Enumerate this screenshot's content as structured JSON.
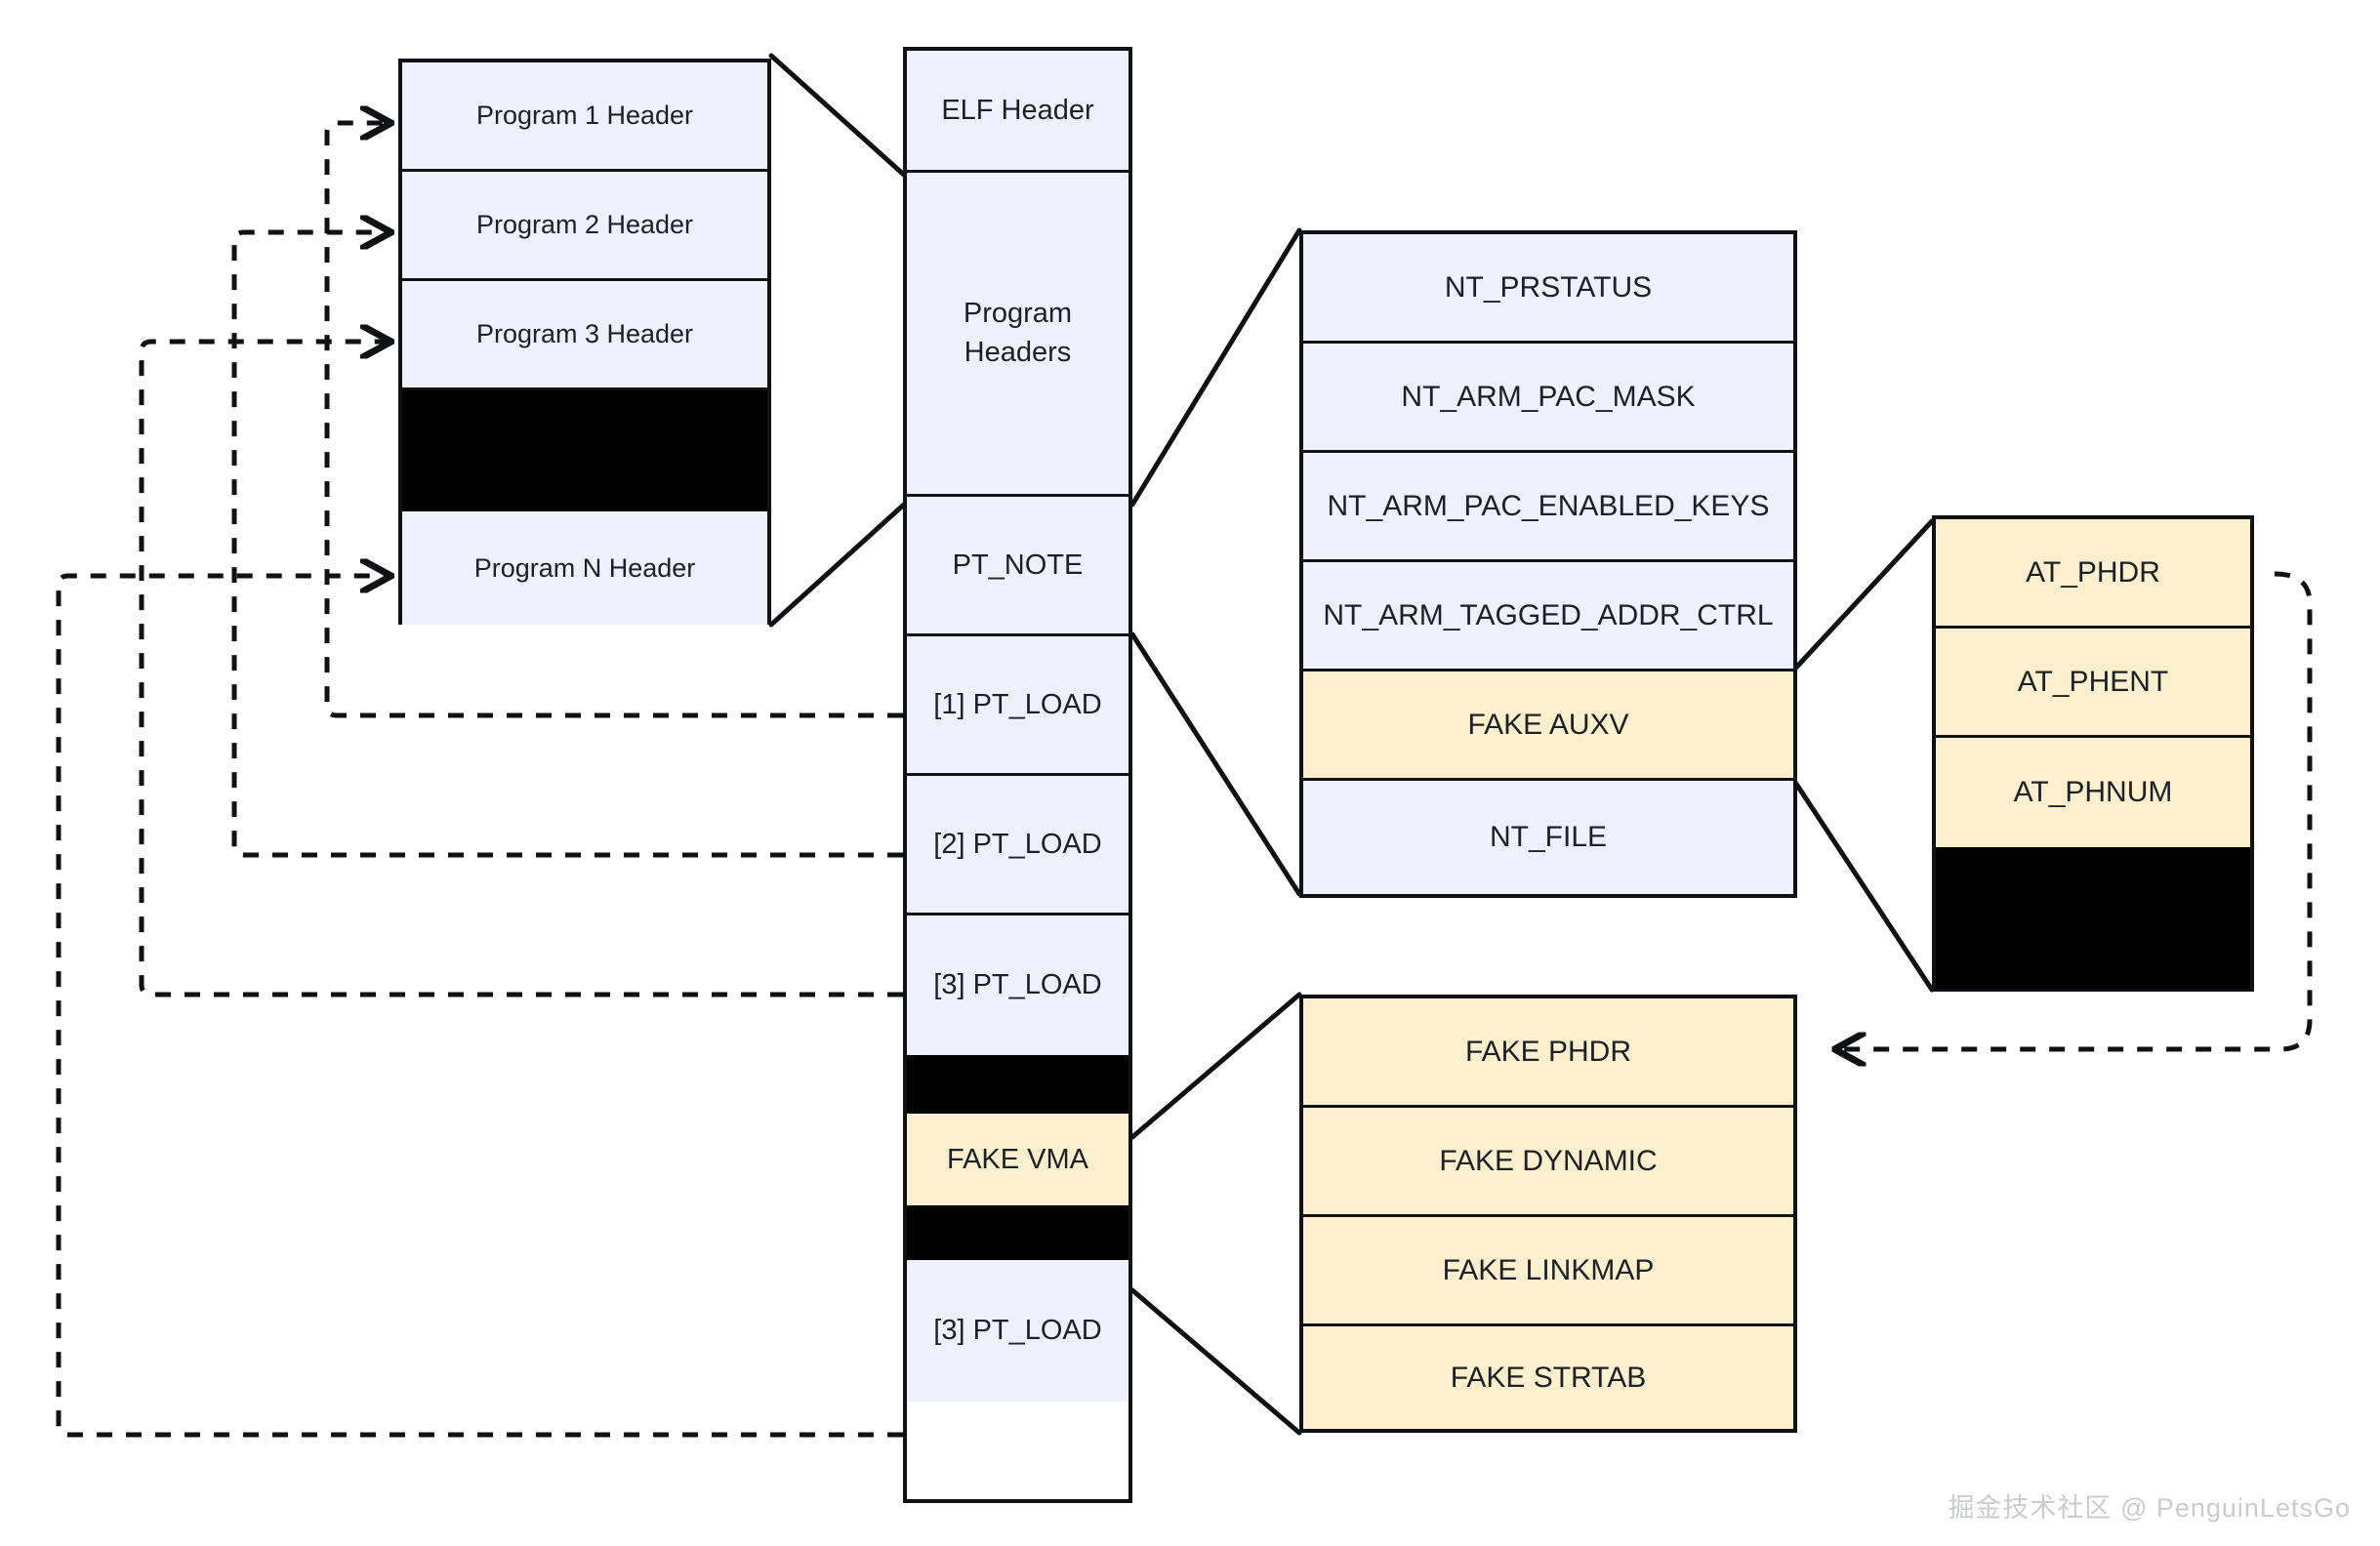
{
  "diagram": {
    "title": "ELF core file fake-structure layout",
    "colors": {
      "fill_default": "#EEF1F9",
      "fill_fake": "#FCEFCD",
      "fill_gap": "#000000",
      "stroke": "#0F1115",
      "background": "#FFFFFF",
      "watermark": "#C9CBD0"
    }
  },
  "program_headers_list": {
    "name": "program-headers-detail",
    "items": [
      {
        "label": "Program 1 Header",
        "style": "default"
      },
      {
        "label": "Program 2 Header",
        "style": "default"
      },
      {
        "label": "Program 3 Header",
        "style": "default"
      },
      {
        "label": "",
        "style": "gap"
      },
      {
        "label": "Program N Header",
        "style": "default"
      }
    ]
  },
  "elf_file": {
    "name": "elf-file-column",
    "items": [
      {
        "label": "ELF Header",
        "style": "default"
      },
      {
        "label": "Program Headers",
        "style": "default",
        "multiline": true
      },
      {
        "label": "PT_NOTE",
        "style": "default"
      },
      {
        "label": "[1] PT_LOAD",
        "style": "default"
      },
      {
        "label": "[2] PT_LOAD",
        "style": "default"
      },
      {
        "label": "[3] PT_LOAD",
        "style": "default"
      },
      {
        "label": "",
        "style": "gap"
      },
      {
        "label": "FAKE VMA",
        "style": "fake"
      },
      {
        "label": "",
        "style": "gap"
      },
      {
        "label": "[3] PT_LOAD",
        "style": "default"
      }
    ]
  },
  "pt_note_contents": {
    "name": "pt-note-contents-column",
    "items": [
      {
        "label": "NT_PRSTATUS",
        "style": "default"
      },
      {
        "label": "NT_ARM_PAC_MASK",
        "style": "default"
      },
      {
        "label": "NT_ARM_PAC_ENABLED_KEYS",
        "style": "default"
      },
      {
        "label": "NT_ARM_TAGGED_ADDR_CTRL",
        "style": "default"
      },
      {
        "label": "FAKE AUXV",
        "style": "fake"
      },
      {
        "label": "NT_FILE",
        "style": "default"
      }
    ]
  },
  "auxv_contents": {
    "name": "fake-auxv-contents-column",
    "items": [
      {
        "label": "AT_PHDR",
        "style": "fake"
      },
      {
        "label": "AT_PHENT",
        "style": "fake"
      },
      {
        "label": "AT_PHNUM",
        "style": "fake"
      },
      {
        "label": "",
        "style": "gap"
      }
    ]
  },
  "fake_vma_contents": {
    "name": "fake-vma-contents-column",
    "items": [
      {
        "label": "FAKE PHDR",
        "style": "fake"
      },
      {
        "label": "FAKE DYNAMIC",
        "style": "fake"
      },
      {
        "label": "FAKE LINKMAP",
        "style": "fake"
      },
      {
        "label": "FAKE STRTAB",
        "style": "fake"
      }
    ]
  },
  "watermark": {
    "text": "掘金技术社区 @ PenguinLetsGo"
  }
}
